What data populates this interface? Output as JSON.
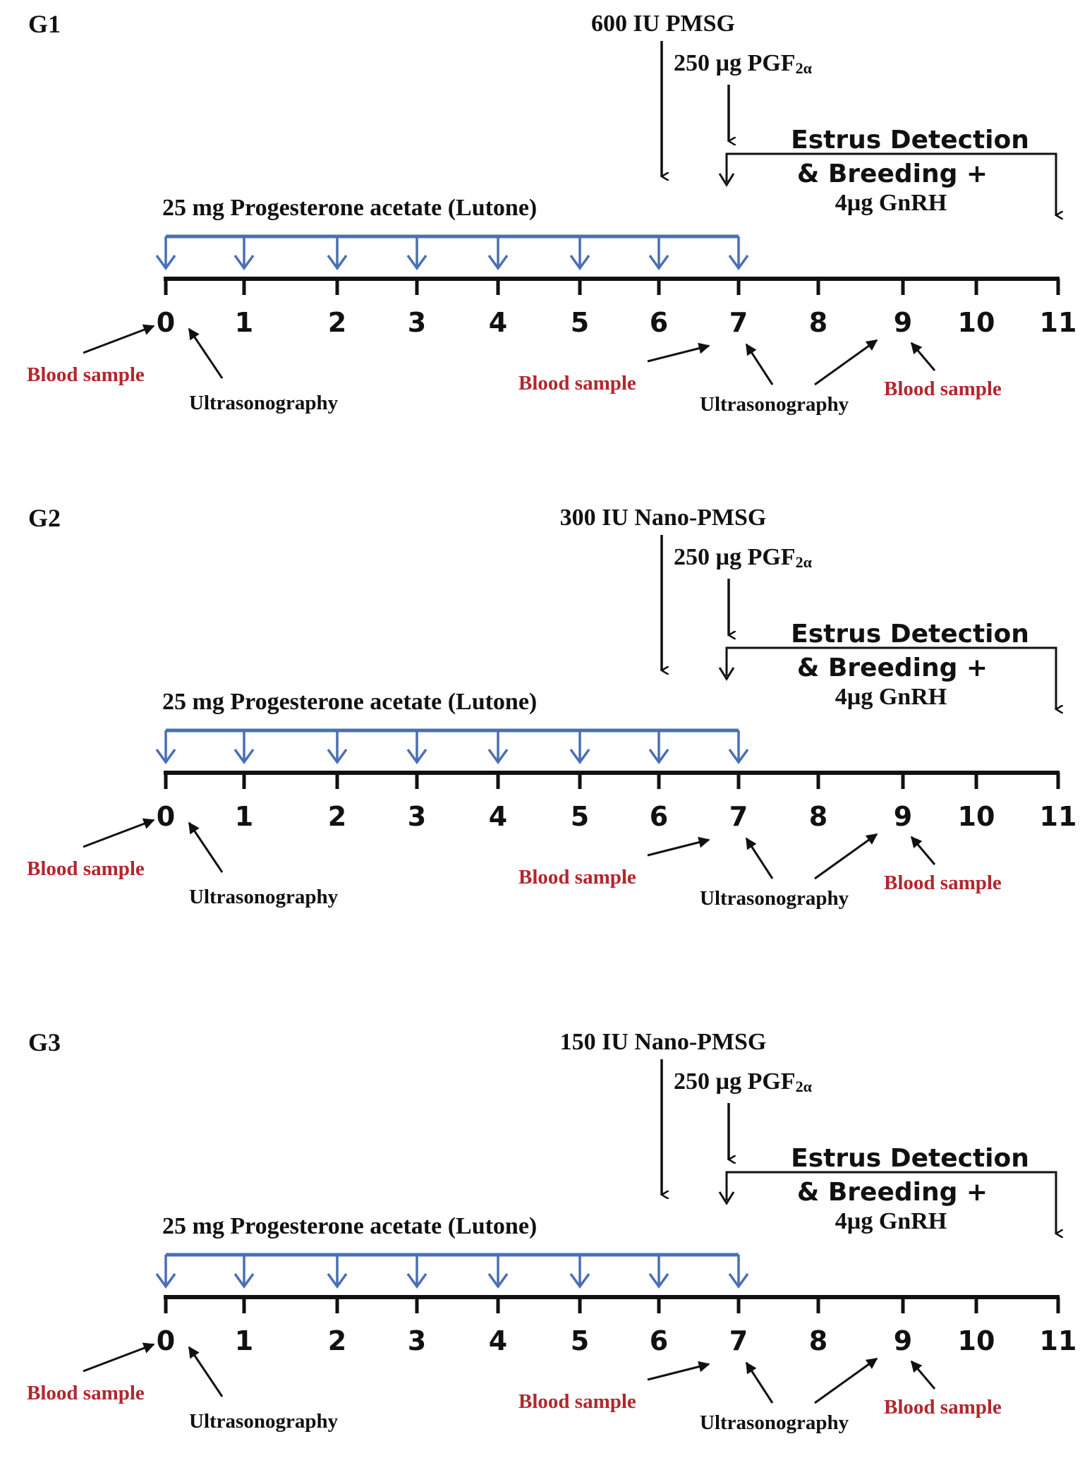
{
  "colors": {
    "ink": "#111111",
    "bracket": "#4a6fb5",
    "sample_text": "#b3262d"
  },
  "labels": {
    "progesterone": "25 mg Progesterone acetate (Lutone)",
    "pgf_prefix": "250 µg PGF",
    "pgf_subscript": "2α",
    "estrus_line1": "Estrus Detection",
    "estrus_line2": "& Breeding +",
    "estrus_line3": "4µg GnRH",
    "blood_sample": "Blood sample",
    "ultrasonography": "Ultrasonography"
  },
  "days": [
    "0",
    "1",
    "2",
    "3",
    "4",
    "5",
    "6",
    "7",
    "8",
    "9",
    "10",
    "11"
  ],
  "groups": [
    {
      "name": "G1",
      "pmsg": "600 IU PMSG"
    },
    {
      "name": "G2",
      "pmsg": "300 IU Nano-PMSG"
    },
    {
      "name": "G3",
      "pmsg": "150 IU Nano-PMSG"
    }
  ]
}
